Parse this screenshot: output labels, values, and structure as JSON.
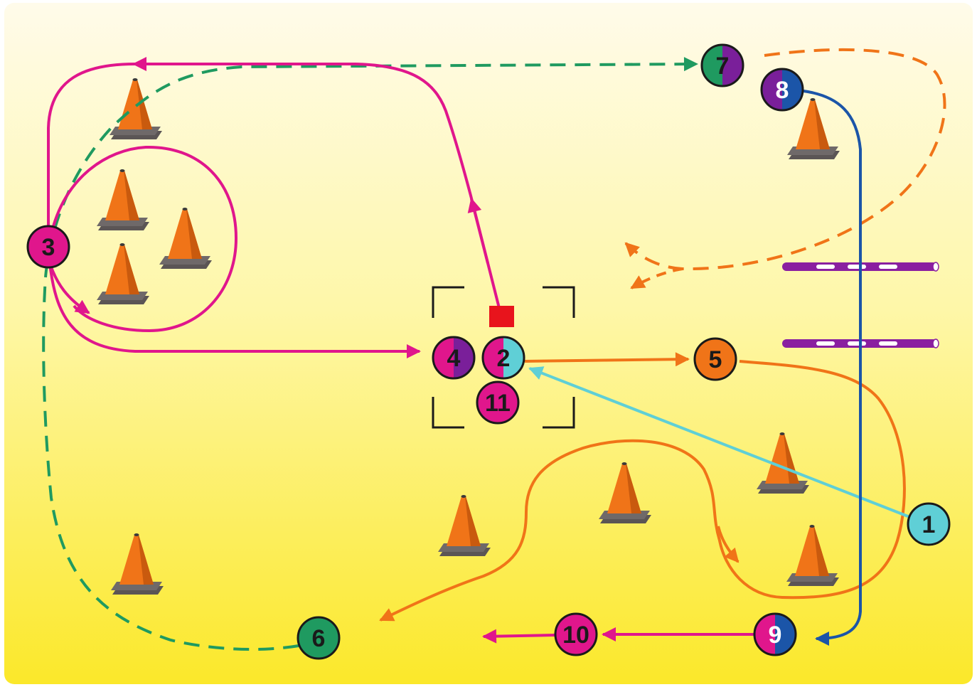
{
  "field": {
    "gradient_top": "#fffbe8",
    "gradient_bottom": "#fbe830"
  },
  "colors": {
    "magenta": "#e0168c",
    "cyan": "#5fcfd6",
    "orange": "#f07418",
    "green": "#1f9a60",
    "blue": "#1b55a8",
    "purple": "#7a1f9a",
    "cone_orange": "#f07418",
    "cone_base": "#6b6565",
    "start_square": "#e8141c",
    "pole": "#8a1fa0"
  },
  "markers": [
    {
      "id": "m1",
      "label": "1",
      "colors": [
        "#5fcfd6"
      ],
      "light": false
    },
    {
      "id": "m2",
      "label": "2",
      "colors": [
        "#e0168c",
        "#5fcfd6"
      ],
      "light": false
    },
    {
      "id": "m3",
      "label": "3",
      "colors": [
        "#e0168c"
      ],
      "light": false
    },
    {
      "id": "m4",
      "label": "4",
      "colors": [
        "#e0168c",
        "#7a1f9a"
      ],
      "light": false
    },
    {
      "id": "m5",
      "label": "5",
      "colors": [
        "#f07418"
      ],
      "light": false
    },
    {
      "id": "m6",
      "label": "6",
      "colors": [
        "#1f9a60"
      ],
      "light": false
    },
    {
      "id": "m7",
      "label": "7",
      "colors": [
        "#1f9a60",
        "#7a1f9a"
      ],
      "light": false
    },
    {
      "id": "m8",
      "label": "8",
      "colors": [
        "#7a1f9a",
        "#1b55a8"
      ],
      "light": true
    },
    {
      "id": "m9",
      "label": "9",
      "colors": [
        "#e0168c",
        "#1b55a8"
      ],
      "light": true
    },
    {
      "id": "m10",
      "label": "10",
      "colors": [
        "#e0168c"
      ],
      "light": false
    },
    {
      "id": "m11",
      "label": "11",
      "colors": [
        "#e0168c"
      ],
      "light": false
    }
  ],
  "icons": {
    "cone": "traffic-cone-icon",
    "pole": "jump-pole-icon",
    "start": "start-square-icon",
    "box": "start-box-brackets"
  }
}
